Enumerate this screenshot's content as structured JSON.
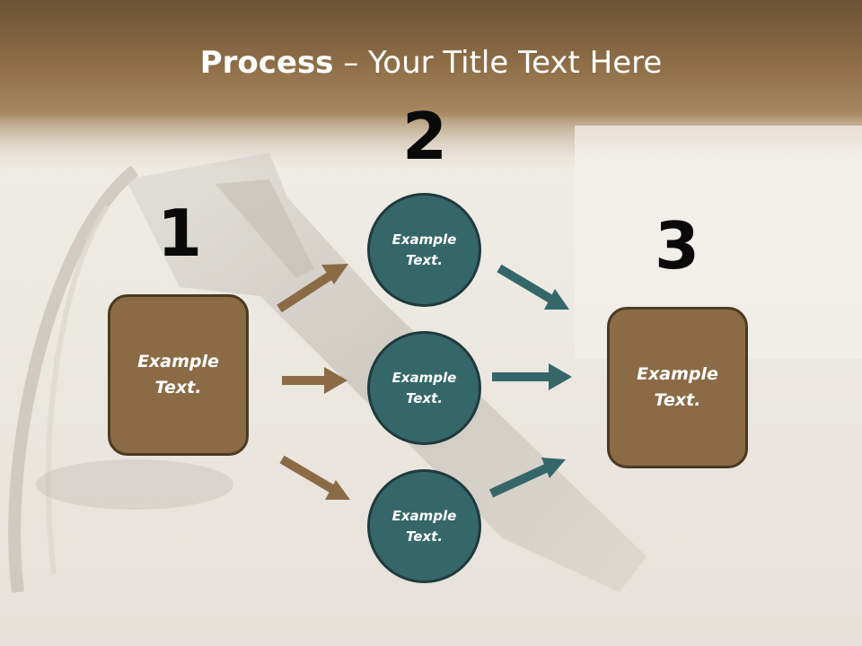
{
  "title": {
    "bold": "Process",
    "rest": " – Your Title Text Here"
  },
  "steps": {
    "one": "1",
    "two": "2",
    "three": "3"
  },
  "left_box": {
    "text": "Example Text."
  },
  "right_box": {
    "text": "Example Text."
  },
  "circles": [
    {
      "text": "Example Text."
    },
    {
      "text": "Example Text."
    },
    {
      "text": "Example Text."
    }
  ],
  "colors": {
    "box_fill": "#8b6b45",
    "circle_fill": "#35676a",
    "arrow_brown": "#8b6b45",
    "arrow_teal": "#35676a",
    "title_band": "#7b5f3d"
  }
}
